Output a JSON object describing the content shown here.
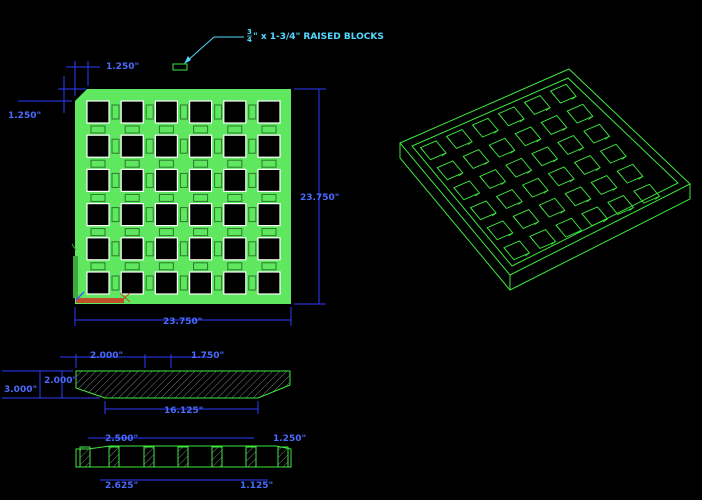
{
  "drawing": {
    "colors": {
      "background": "#000000",
      "part": "#5fe85f",
      "part_line": "#3ee83e",
      "dimension": "#2c3cff",
      "dimension_text": "#4a6bff",
      "callout": "#55d8ff",
      "hatch": "#7a7a7a",
      "ucs_x": "#c0502a",
      "ucs_y": "#3ea83e",
      "ucs_z": "#3a5cff"
    },
    "callout": {
      "frac_num": "3",
      "frac_den": "4",
      "text": "\" x 1-3/4\" RAISED BLOCKS"
    },
    "plan_view": {
      "grid_rows": 6,
      "grid_cols": 6,
      "dims": {
        "top_offset": "1.250\"",
        "left_offset": "1.250\"",
        "height": "23.750\"",
        "width": "23.750\""
      }
    },
    "section_view": {
      "dims": {
        "top_left": "2.000\"",
        "top_right": "1.750\"",
        "left_outer": "3.000\"",
        "left_inner": "2.000\"",
        "bottom": "16.125\""
      }
    },
    "block_section": {
      "dims": {
        "top_left": "2.500\"",
        "top_right": "1.250\"",
        "bottom_left": "2.625\"",
        "bottom_right": "1.125\""
      }
    },
    "iso_view": {
      "grid_rows": 6,
      "grid_cols": 6
    }
  }
}
